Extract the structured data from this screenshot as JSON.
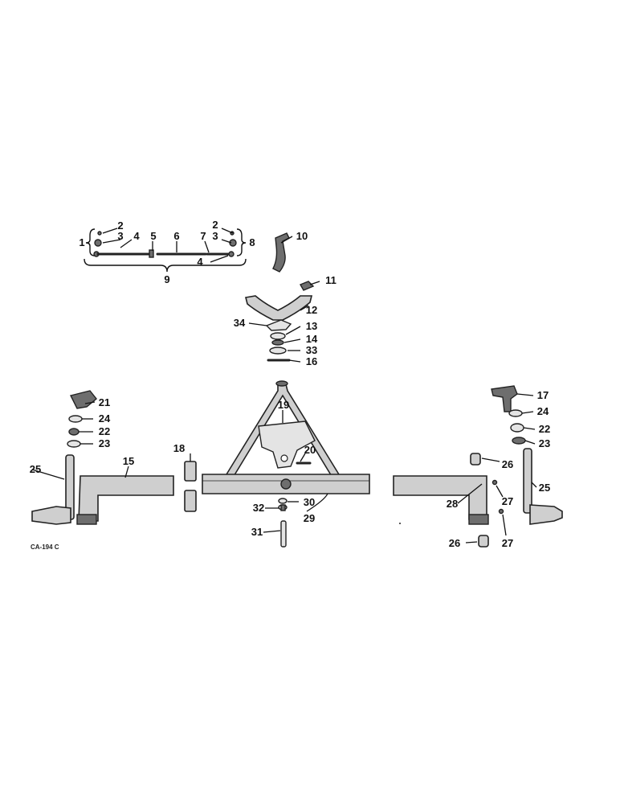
{
  "diagram": {
    "figure_code": "CA-194 C",
    "callouts": {
      "c1": "1",
      "c2a": "2",
      "c3a": "3",
      "c4a": "4",
      "c5": "5",
      "c6": "6",
      "c7": "7",
      "c2b": "2",
      "c3b": "3",
      "c4b": "4",
      "c8": "8",
      "c9": "9",
      "c10": "10",
      "c11": "11",
      "c12": "12",
      "c34": "34",
      "c13": "13",
      "c14": "14",
      "c33": "33",
      "c16": "16",
      "c21": "21",
      "c24a": "24",
      "c22a": "22",
      "c23a": "23",
      "c25a": "25",
      "c15": "15",
      "c18": "18",
      "c19": "19",
      "c20": "20",
      "c30": "30",
      "c32": "32",
      "c29": "29",
      "c31": "31",
      "c17": "17",
      "c24b": "24",
      "c22b": "22",
      "c23b": "23",
      "c26a": "26",
      "c25b": "25",
      "c28": "28",
      "c27a": "27",
      "c27b": "27",
      "c26b": "26"
    }
  }
}
